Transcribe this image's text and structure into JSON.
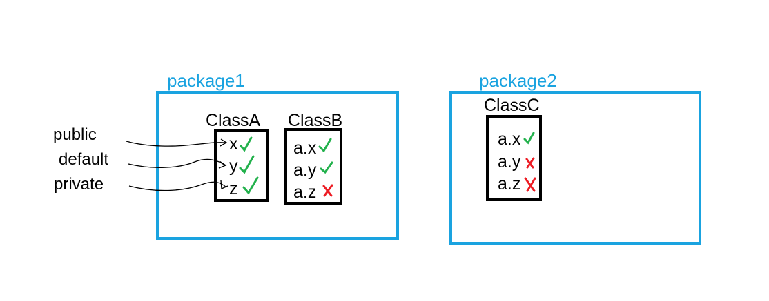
{
  "colors": {
    "package_border": "#1aa3e0",
    "package_label": "#1aa3e0",
    "class_border": "#000000",
    "check": "#22b14c",
    "cross": "#ed1c24"
  },
  "modifiers": {
    "public": "public",
    "default": "default",
    "private": "private"
  },
  "package1": {
    "label": "package1",
    "classA": {
      "label": "ClassA",
      "members": [
        {
          "name": "x",
          "access": "check"
        },
        {
          "name": "y",
          "access": "check"
        },
        {
          "name": "z",
          "access": "check"
        }
      ]
    },
    "classB": {
      "label": "ClassB",
      "members": [
        {
          "name": "a.x",
          "access": "check"
        },
        {
          "name": "a.y",
          "access": "check"
        },
        {
          "name": "a.z",
          "access": "cross"
        }
      ]
    }
  },
  "package2": {
    "label": "package2",
    "classC": {
      "label": "ClassC",
      "members": [
        {
          "name": "a.x",
          "access": "check"
        },
        {
          "name": "a.y",
          "access": "cross"
        },
        {
          "name": "a.z",
          "access": "cross"
        }
      ]
    }
  },
  "icons": {
    "check": "check-icon",
    "cross": "cross-icon"
  }
}
